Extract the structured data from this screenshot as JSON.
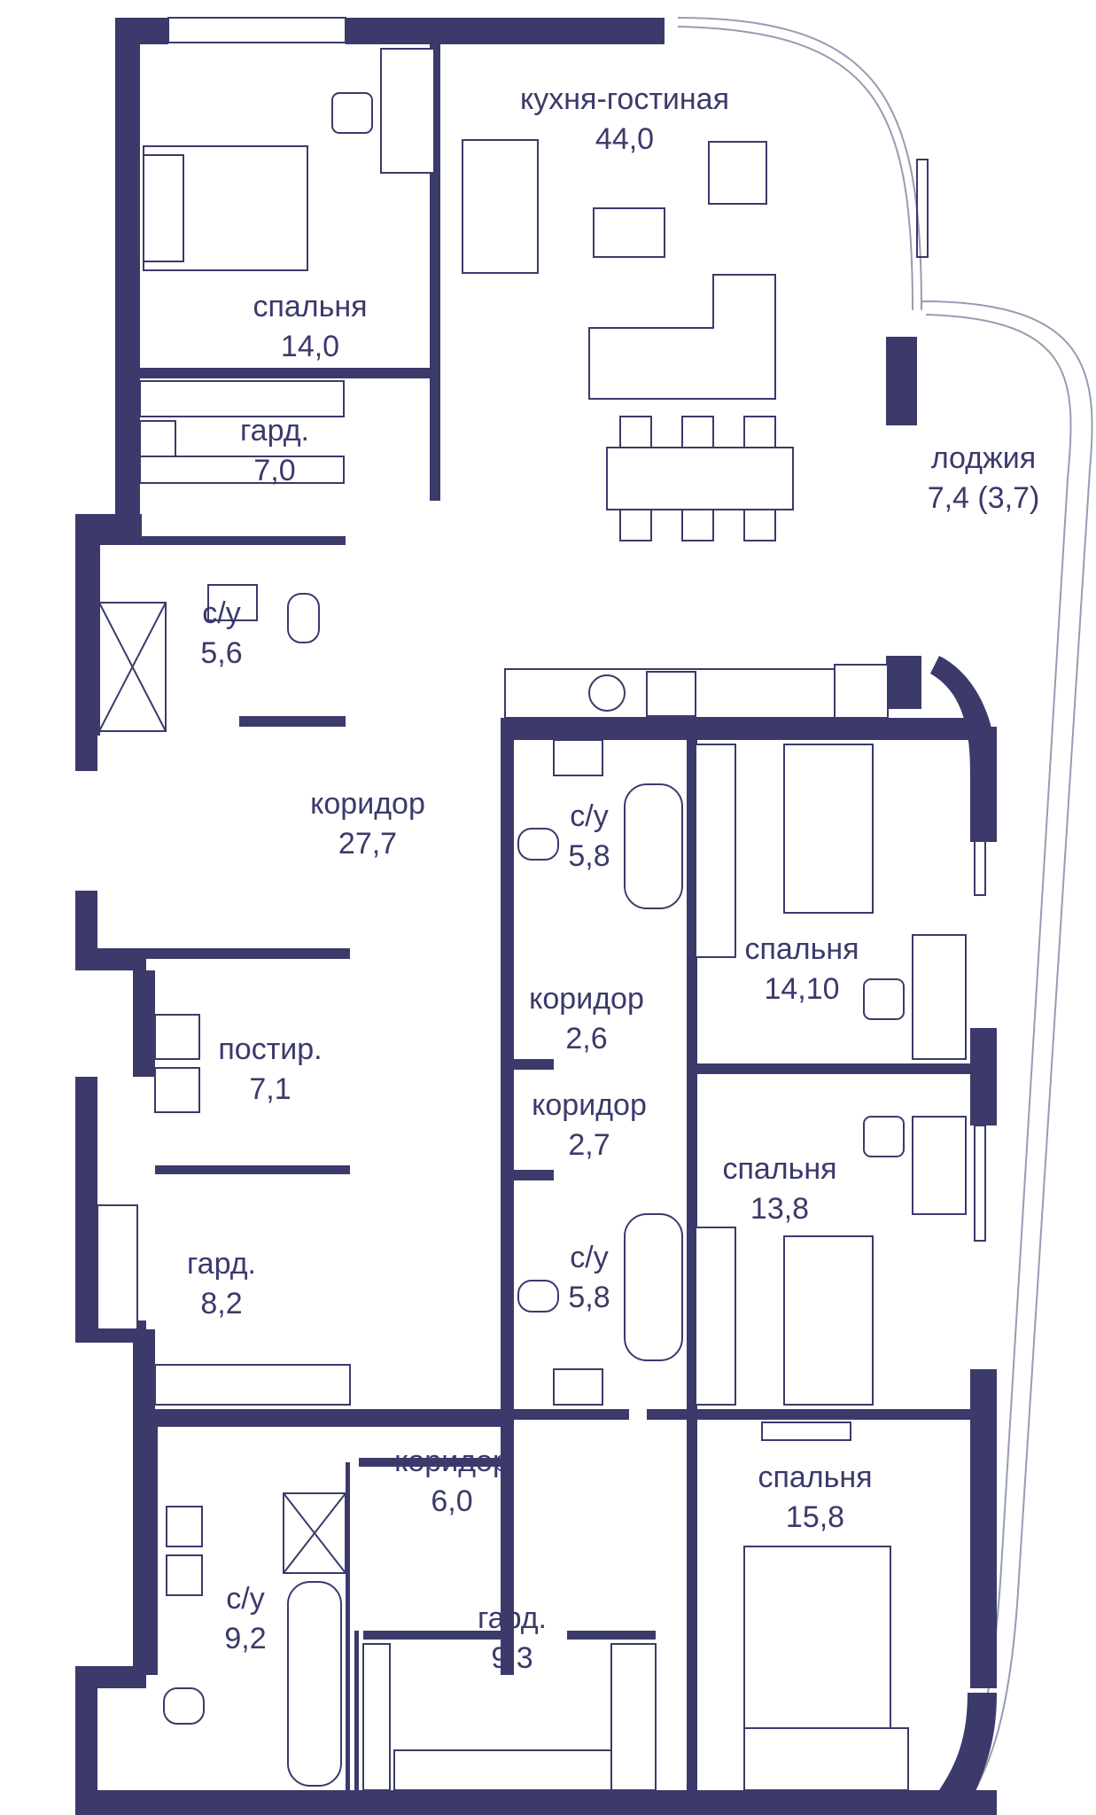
{
  "plan": {
    "colors": {
      "wall": "#3b3a6b",
      "line": "#3b3a6b",
      "background": "#ffffff"
    },
    "rooms": {
      "kitchen_living": {
        "name": "кухня-гостиная",
        "area": "44,0"
      },
      "bedroom_1": {
        "name": "спальня",
        "area": "14,0"
      },
      "wardrobe_1": {
        "name": "гард.",
        "area": "7,0"
      },
      "loggia": {
        "name": "лоджия",
        "area": "7,4 (3,7)"
      },
      "bathroom_1": {
        "name": "с/у",
        "area": "5,6"
      },
      "corridor_main": {
        "name": "коридор",
        "area": "27,7"
      },
      "bathroom_2": {
        "name": "с/у",
        "area": "5,8"
      },
      "bedroom_2": {
        "name": "спальня",
        "area": "14,10"
      },
      "corridor_2": {
        "name": "коридор",
        "area": "2,6"
      },
      "laundry": {
        "name": "постир.",
        "area": "7,1"
      },
      "corridor_3": {
        "name": "коридор",
        "area": "2,7"
      },
      "bedroom_3": {
        "name": "спальня",
        "area": "13,8"
      },
      "bathroom_3": {
        "name": "с/у",
        "area": "5,8"
      },
      "wardrobe_2": {
        "name": "гард.",
        "area": "8,2"
      },
      "corridor_4": {
        "name": "коридор",
        "area": "6,0"
      },
      "bedroom_4": {
        "name": "спальня",
        "area": "15,8"
      },
      "bathroom_4": {
        "name": "с/у",
        "area": "9,2"
      },
      "wardrobe_3": {
        "name": "гард.",
        "area": "9,3"
      }
    }
  }
}
